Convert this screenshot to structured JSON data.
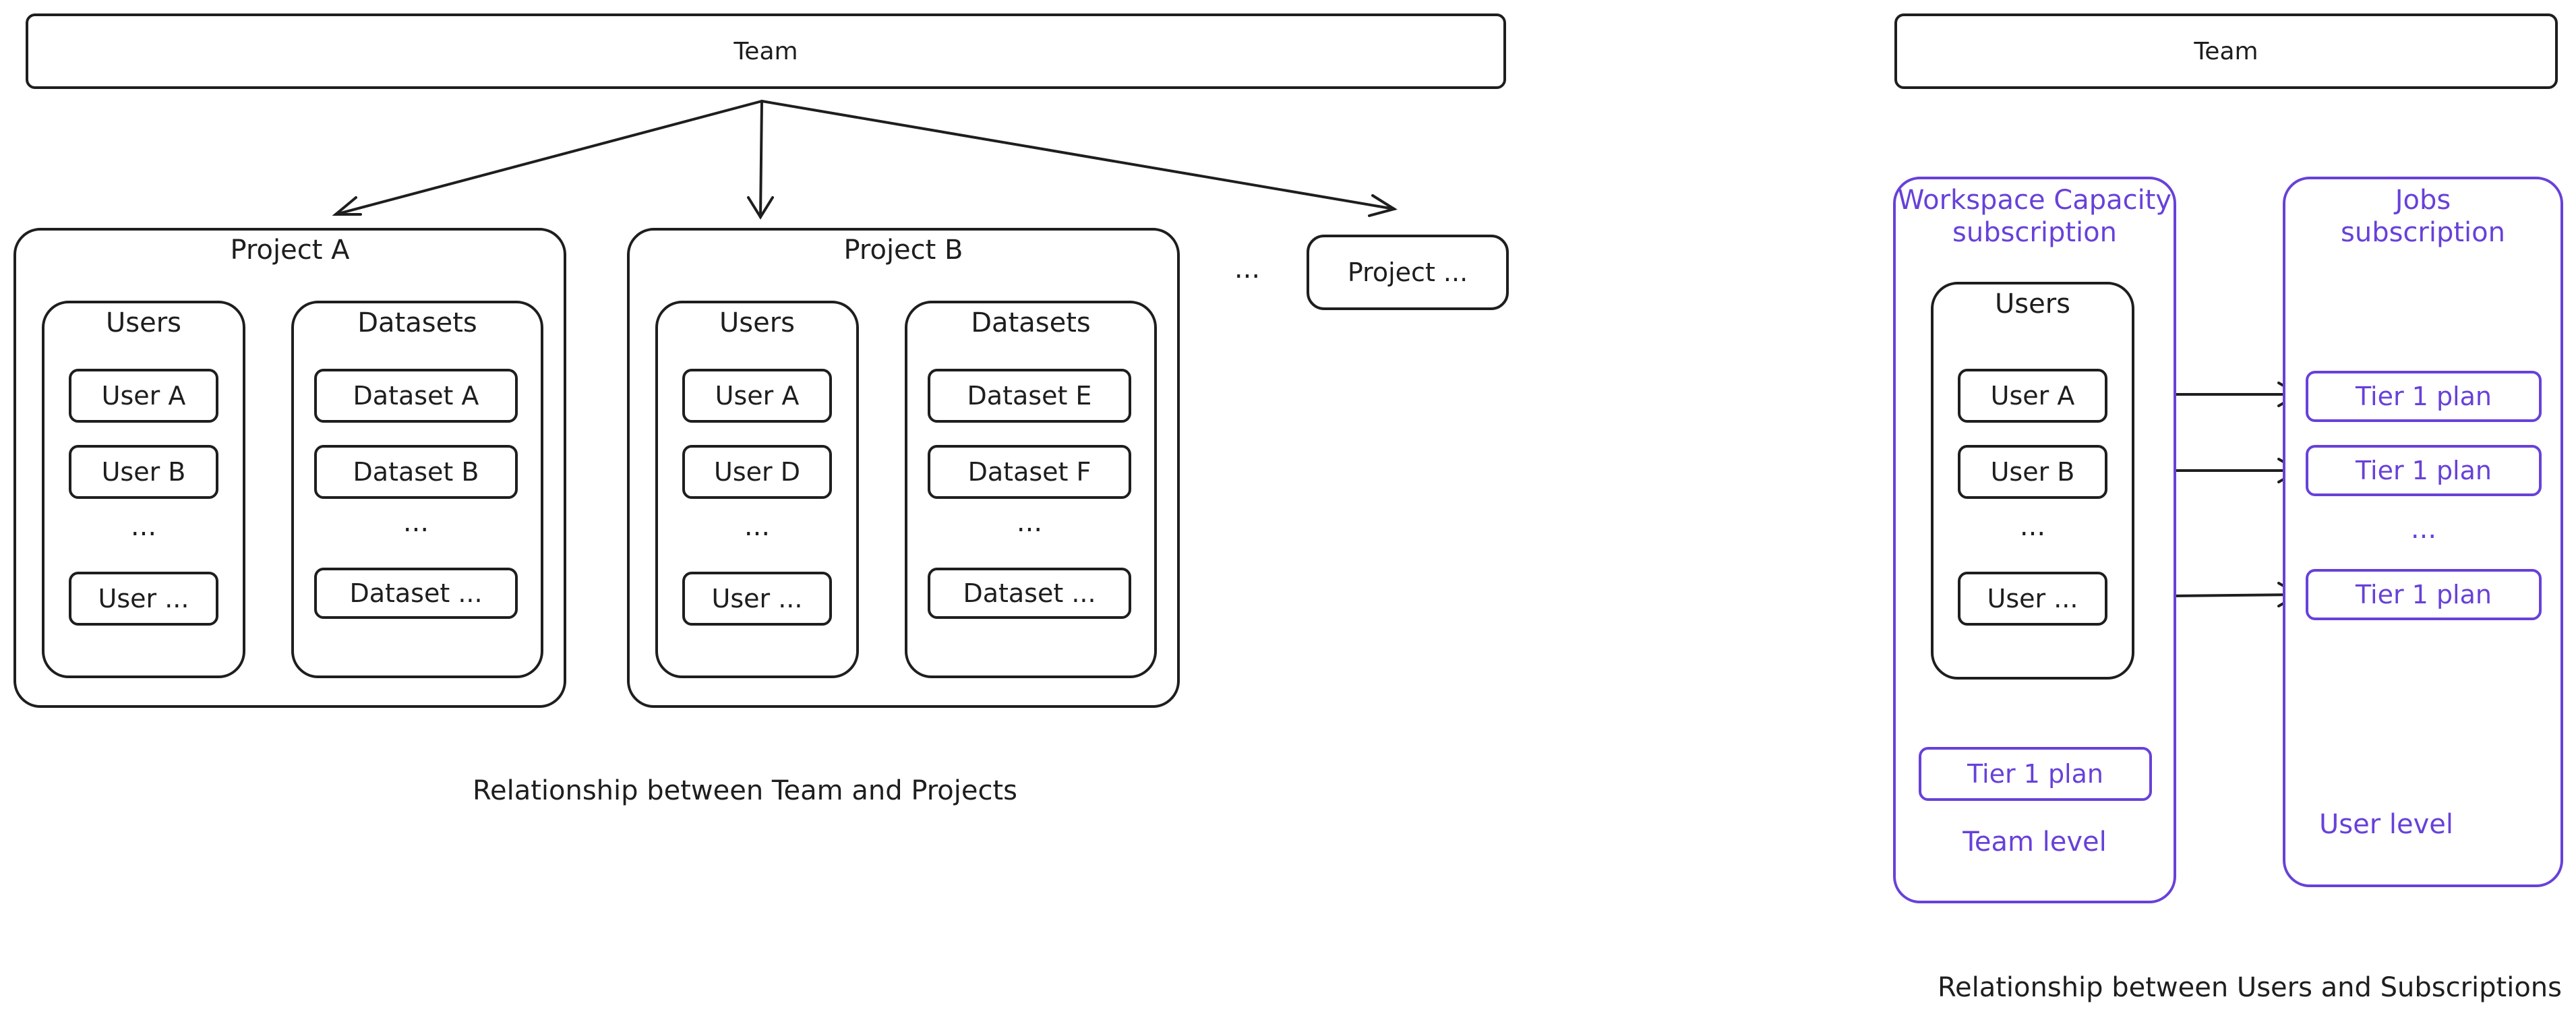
{
  "left": {
    "team_label": "Team",
    "projects": [
      {
        "title": "Project A",
        "users_title": "Users",
        "users": [
          "User A",
          "User B",
          "User ..."
        ],
        "users_ellipsis": "...",
        "datasets_title": "Datasets",
        "datasets": [
          "Dataset A",
          "Dataset B",
          "Dataset ..."
        ],
        "datasets_ellipsis": "..."
      },
      {
        "title": "Project B",
        "users_title": "Users",
        "users": [
          "User A",
          "User D",
          "User ..."
        ],
        "users_ellipsis": "...",
        "datasets_title": "Datasets",
        "datasets": [
          "Dataset E",
          "Dataset F",
          "Dataset ..."
        ],
        "datasets_ellipsis": "..."
      }
    ],
    "more_ellipsis": "...",
    "project_more": "Project ...",
    "caption": "Relationship between Team and Projects"
  },
  "right": {
    "team_label": "Team",
    "workspace": {
      "title_line1": "Workspace Capacity",
      "title_line2": "subscription",
      "users_title": "Users",
      "users": [
        "User A",
        "User B",
        "User ..."
      ],
      "users_ellipsis": "...",
      "plan": "Tier 1 plan",
      "level": "Team level"
    },
    "jobs": {
      "title_line1": "Jobs",
      "title_line2": "subscription",
      "plans": [
        "Tier 1 plan",
        "Tier 1 plan",
        "Tier 1 plan"
      ],
      "plans_ellipsis": "...",
      "level": "User level"
    },
    "caption": "Relationship between Users and Subscriptions"
  },
  "colors": {
    "ink": "#1e1e1e",
    "accent": "#6741d9",
    "background": "#ffffff"
  }
}
